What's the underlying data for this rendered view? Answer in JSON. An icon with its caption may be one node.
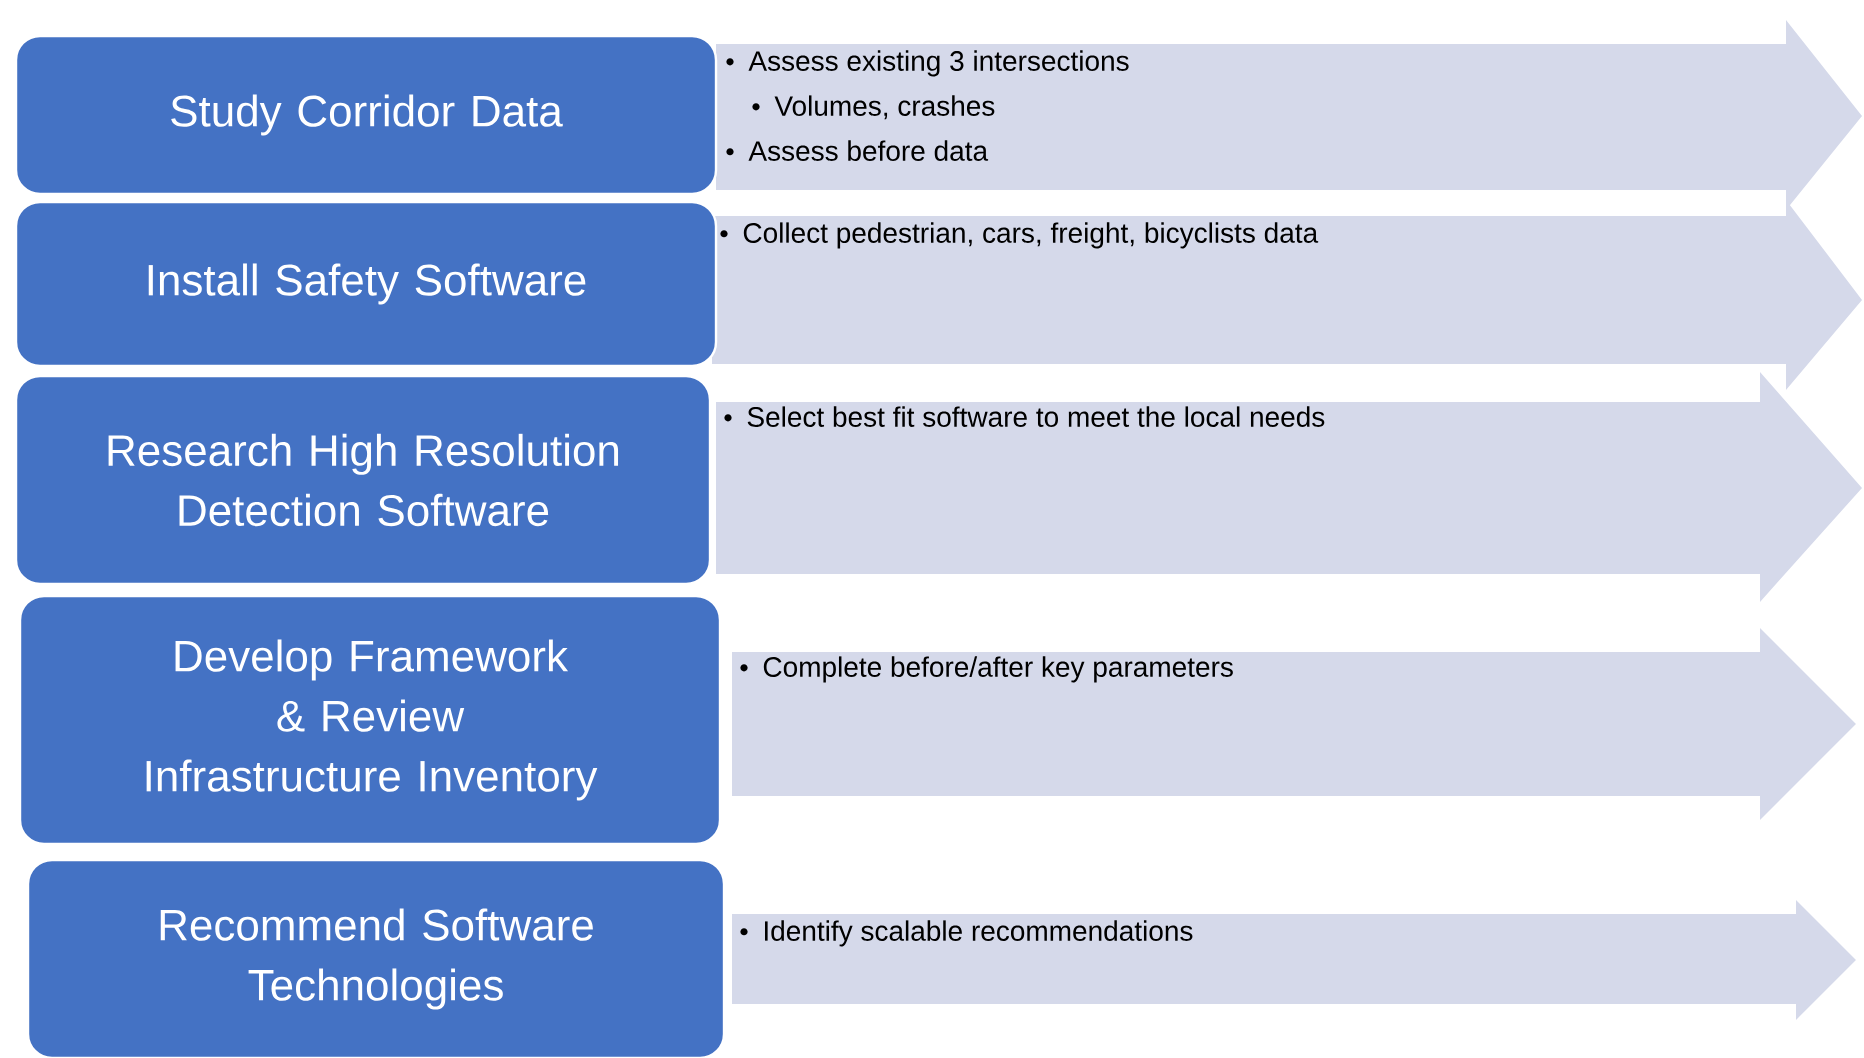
{
  "diagram": {
    "nodes": [
      {
        "text": [
          "Study Corridor Data"
        ]
      },
      {
        "text": [
          "Assess existing 3 intersections",
          "Volumes, crashes",
          "Assess before data"
        ]
      },
      {
        "text": [
          "Install Safety Software"
        ]
      },
      {
        "text": [
          "Collect pedestrian, cars, freight, bicyclists data"
        ]
      },
      {
        "text": [
          "Research High Resolution Detection Software"
        ]
      },
      {
        "text": [
          "Select best fit software to meet the local needs"
        ]
      },
      {
        "text": [
          "Develop Framework & Review Infrastructure Inventory"
        ]
      },
      {
        "text": [
          "Complete before/after key parameters"
        ]
      },
      {
        "text": [
          "Recommend Software Technologies"
        ]
      },
      {
        "text": [
          "Identify scalable recommendations"
        ]
      }
    ]
  }
}
